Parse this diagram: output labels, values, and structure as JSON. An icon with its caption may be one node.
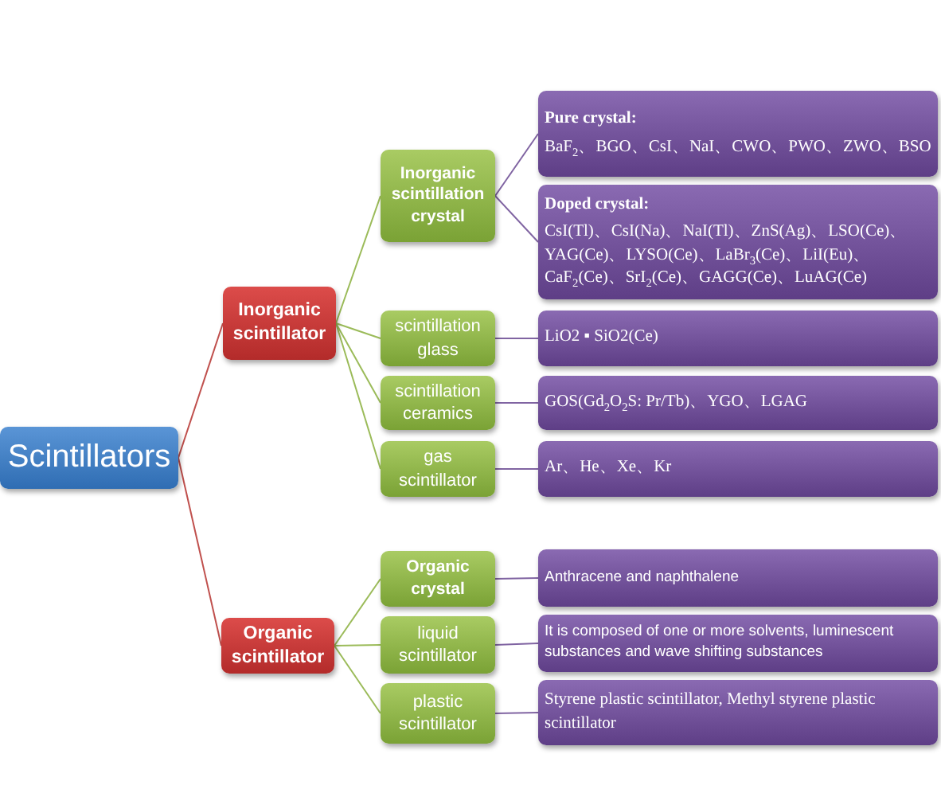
{
  "diagram": {
    "nodes": [
      {
        "text": [
          "Scintillators"
        ]
      },
      {
        "text": [
          "Inorganic scintillator"
        ]
      },
      {
        "text": [
          "Inorganic scintillation crystal"
        ]
      },
      {
        "text": [
          "Pure crystal:",
          "BaF$_{2}$、BGO、CsI、NaI、CWO、PWO、ZWO、BSO"
        ]
      },
      {
        "text": [
          "Doped crystal:",
          "CsI(Tl)、CsI(Na)、NaI(Tl)、ZnS(Ag)、LSO(Ce)、YAG(Ce)、LYSO(Ce)、LaBr$_{3}$(Ce)、LiI(Eu)、CaF$_{2}$(Ce)、SrI$_{2}$(Ce)、GAGG(Ce)、LuAG(Ce)"
        ]
      },
      {
        "text": [
          "scintillation glass"
        ]
      },
      {
        "text": [
          "LiO2 ▪ SiO2(Ce)"
        ]
      },
      {
        "text": [
          "scintillation ceramics"
        ]
      },
      {
        "text": [
          "GOS(Gd$_{2}$O$_{2}$S: Pr/Tb)、YGO、LGAG"
        ]
      },
      {
        "text": [
          "gas scintillator"
        ]
      },
      {
        "text": [
          "Ar、He、Xe、Kr"
        ]
      },
      {
        "text": [
          "Organic scintillator"
        ]
      },
      {
        "text": [
          "Organic crystal"
        ]
      },
      {
        "text": [
          "Anthracene and naphthalene"
        ]
      },
      {
        "text": [
          "liquid scintillator"
        ]
      },
      {
        "text": [
          "It is composed of one or more solvents, luminescent substances and wave shifting substances"
        ]
      },
      {
        "text": [
          "plastic scintillator"
        ]
      },
      {
        "text": [
          "Styrene plastic scintillator, Methyl styrene plastic scintillator"
        ]
      }
    ],
    "edges": [
      {
        "from": 0,
        "to": 1,
        "arrow": "none",
        "color": "#c0504d"
      },
      {
        "from": 0,
        "to": 11,
        "arrow": "none",
        "color": "#c0504d"
      },
      {
        "from": 1,
        "to": 2,
        "arrow": "none",
        "color": "#9bbb59"
      },
      {
        "from": 1,
        "to": 5,
        "arrow": "none",
        "color": "#9bbb59"
      },
      {
        "from": 1,
        "to": 7,
        "arrow": "none",
        "color": "#9bbb59"
      },
      {
        "from": 1,
        "to": 9,
        "arrow": "none",
        "color": "#9bbb59"
      },
      {
        "from": 2,
        "to": 3,
        "arrow": "none"
      },
      {
        "from": 2,
        "to": 4,
        "arrow": "none"
      },
      {
        "from": 5,
        "to": 6,
        "arrow": "none"
      },
      {
        "from": 7,
        "to": 8,
        "arrow": "none"
      },
      {
        "from": 9,
        "to": 10,
        "arrow": "none"
      },
      {
        "from": 11,
        "to": 12,
        "arrow": "none",
        "color": "#9bbb59"
      },
      {
        "from": 11,
        "to": 14,
        "arrow": "none",
        "color": "#9bbb59"
      },
      {
        "from": 11,
        "to": 16,
        "arrow": "none",
        "color": "#9bbb59"
      },
      {
        "from": 12,
        "to": 13,
        "arrow": "none"
      },
      {
        "from": 14,
        "to": 15,
        "arrow": "none"
      },
      {
        "from": 16,
        "to": 17,
        "arrow": "none"
      }
    ]
  }
}
